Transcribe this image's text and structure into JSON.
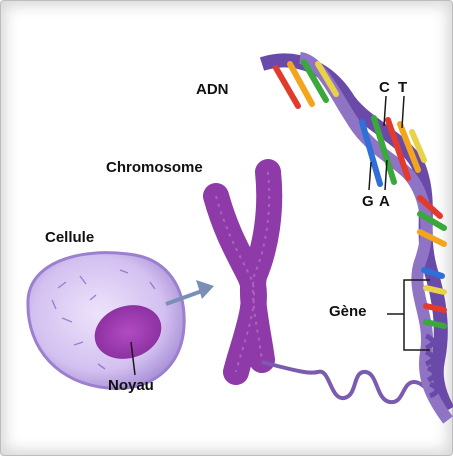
{
  "labels": {
    "adn": "ADN",
    "chromosome": "Chromosome",
    "cellule": "Cellule",
    "noyau": "Noyau",
    "gene": "Gène",
    "base_c": "C",
    "base_t": "T",
    "base_g": "G",
    "base_a": "A"
  },
  "colors": {
    "chromosome": "#8e3aa8",
    "cell_membrane": "#a17bd0",
    "cell_fill": "#d9c7f2",
    "nucleus": "#9b3ab0",
    "dna_backbone": "#7a5bb0",
    "base_pairs": [
      "#e23b2e",
      "#f2a51d",
      "#3aa83a",
      "#2e6fd8",
      "#e8d24a"
    ]
  }
}
